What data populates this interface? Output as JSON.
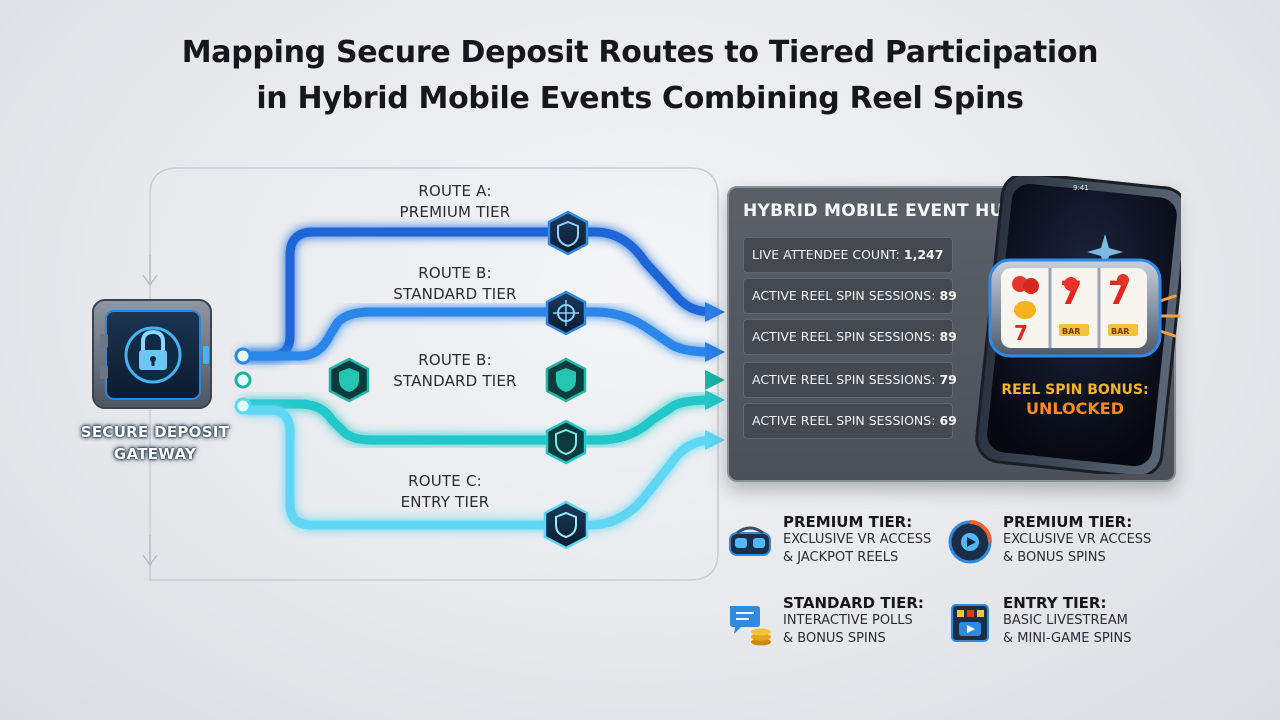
{
  "title": {
    "line1": "Mapping Secure Deposit Routes to Tiered Participation",
    "line2": "in Hybrid Mobile Events Combining Reel Spins"
  },
  "gateway": {
    "label": "SECURE DEPOSIT GATEWAY",
    "icon": "padlock-safe-icon"
  },
  "routes": [
    {
      "line1": "ROUTE A:",
      "line2": "PREMIUM TIER",
      "icon": "shield-icon",
      "color": "#1e66d8"
    },
    {
      "line1": "ROUTE B:",
      "line2": "STANDARD TIER",
      "icon": "target-icon",
      "color": "#2c86e8"
    },
    {
      "line1": "ROUTE B:",
      "line2": "STANDARD TIER",
      "icon": "shield-icon",
      "color": "#17b3a3"
    },
    {
      "line1": "",
      "line2": "",
      "icon": "shield-icon",
      "color": "#21c7c9"
    },
    {
      "line1": "ROUTE C:",
      "line2": "ENTRY TIER",
      "icon": "shield-icon",
      "color": "#5fd6f3"
    }
  ],
  "hub": {
    "title": "HYBRID MOBILE EVENT HUB",
    "stats": [
      {
        "label": "LIVE ATTENDEE COUNT:",
        "value": "1,247"
      },
      {
        "label": "ACTIVE REEL SPIN SESSIONS:",
        "value": "89"
      },
      {
        "label": "ACTIVE REEL SPIN SESSIONS:",
        "value": "89"
      },
      {
        "label": "ACTIVE REEL SPIN SESSIONS:",
        "value": "79"
      },
      {
        "label": "ACTIVE REEL SPIN SESSIONS:",
        "value": "69"
      }
    ]
  },
  "phone": {
    "status_time": "9:41",
    "bonus_line1": "REEL SPIN BONUS:",
    "bonus_line2": "UNLOCKED",
    "reel_labels": [
      "BAR",
      "BAR"
    ]
  },
  "legend": [
    {
      "title": "PREMIUM TIER:",
      "line1": "EXCLUSIVE VR ACCESS",
      "line2": "& JACKPOT REELS",
      "icon": "vr-headset-icon"
    },
    {
      "title": "PREMIUM TIER:",
      "line1": "EXCLUSIVE VR ACCESS",
      "line2": "& BONUS SPINS",
      "icon": "gauge-dial-icon"
    },
    {
      "title": "STANDARD TIER:",
      "line1": "INTERACTIVE POLLS",
      "line2": "& BONUS SPINS",
      "icon": "chat-coins-icon"
    },
    {
      "title": "ENTRY TIER:",
      "line1": "BASIC LIVESTREAM",
      "line2": "& MINI-GAME SPINS",
      "icon": "livestream-play-icon"
    }
  ],
  "colors": {
    "route_blue": "#1e66d8",
    "route_teal": "#17b3a3",
    "route_cyan": "#5fd6f3",
    "hub_bg": "#4f545c",
    "bonus_text": "#f5b52a"
  }
}
